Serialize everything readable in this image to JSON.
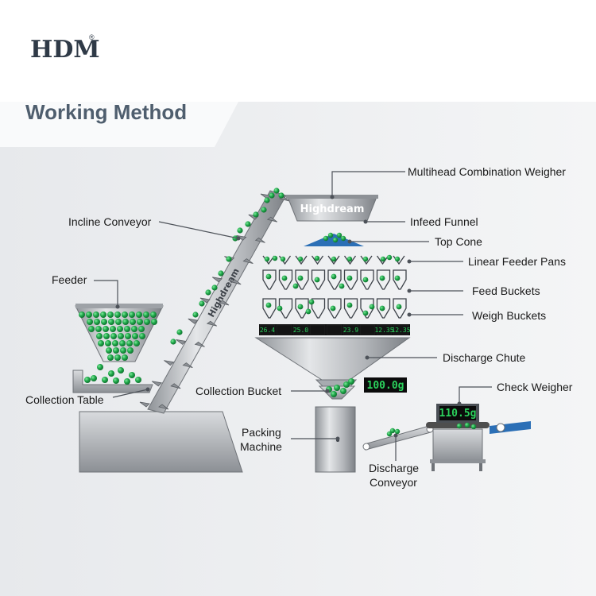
{
  "logo": {
    "text": "HDM",
    "mark": "®"
  },
  "title": "Working Method",
  "machine_brand": "Highdream",
  "labels": {
    "multihead": "Multihead Combination Weigher",
    "infeed_funnel": "Infeed Funnel",
    "top_cone": "Top Cone",
    "linear_pans": "Linear Feeder Pans",
    "feed_buckets": "Feed Buckets",
    "weigh_buckets": "Weigh Buckets",
    "discharge_chute": "Discharge Chute",
    "check_weigher": "Check Weigher",
    "incline_conveyor": "Incline Conveyor",
    "feeder": "Feeder",
    "collection_table": "Collection Table",
    "collection_bucket": "Collection Bucket",
    "packing_1": "Packing",
    "packing_2": "Machine",
    "discharge_conv_1": "Discharge",
    "discharge_conv_2": "Conveyor"
  },
  "weigh_displays": [
    "26.4",
    "",
    "25.0",
    "",
    "",
    "23.9",
    "",
    "12.35",
    "12.35"
  ],
  "total_weight": "100.0g",
  "check_weight": "110.5g",
  "colors": {
    "product": "#1fa84a",
    "steel": "#b9bcc0",
    "cone": "#2b6fb6",
    "title_band": "#e9ebee"
  }
}
